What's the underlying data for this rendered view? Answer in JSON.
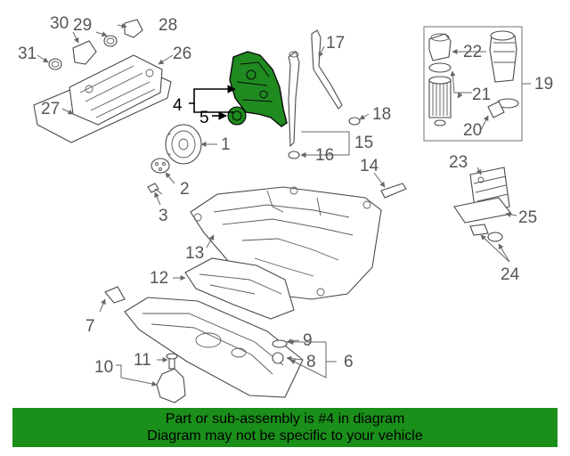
{
  "callouts": {
    "c1": "1",
    "c2": "2",
    "c3": "3",
    "c4": "4",
    "c5": "5",
    "c6": "6",
    "c7": "7",
    "c8": "8",
    "c9": "9",
    "c10": "10",
    "c11": "11",
    "c12": "12",
    "c13": "13",
    "c14": "14",
    "c15": "15",
    "c16": "16",
    "c17": "17",
    "c18": "18",
    "c19": "19",
    "c20": "20",
    "c21": "21",
    "c22": "22",
    "c23": "23",
    "c24": "24",
    "c25": "25",
    "c26": "26",
    "c27": "27",
    "c28": "28",
    "c29": "29",
    "c30": "30",
    "c31": "31"
  },
  "highlighted_part": "4",
  "highlight_color": "#1f8a1f",
  "banner": {
    "line1": "Part or sub-assembly is #4 in diagram",
    "line2": "Diagram may not be specific to your vehicle",
    "color": "#1a8f1a"
  }
}
